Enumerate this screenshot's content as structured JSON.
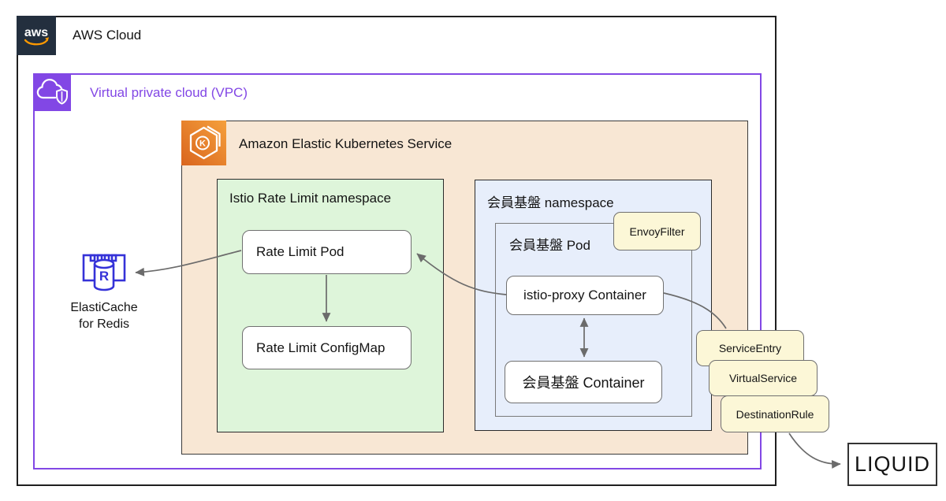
{
  "aws_cloud": {
    "label": "AWS Cloud"
  },
  "vpc": {
    "label": "Virtual private cloud (VPC)"
  },
  "eks": {
    "label": "Amazon Elastic Kubernetes Service"
  },
  "rate_limit_namespace": {
    "label": "Istio Rate Limit namespace",
    "pod": "Rate Limit Pod",
    "configmap": "Rate Limit ConfigMap"
  },
  "member_namespace": {
    "label": "会員基盤 namespace",
    "pod_label": "会員基盤 Pod",
    "envoy_filter": "EnvoyFilter",
    "istio_proxy_container": "istio-proxy Container",
    "member_container": "会員基盤 Container"
  },
  "istio_resources": [
    "ServiceEntry",
    "VirtualService",
    "DestinationRule"
  ],
  "elasticache": {
    "line1": "ElastiCache",
    "line2": "for Redis"
  },
  "external_service": {
    "label": "LIQUID"
  },
  "icons": {
    "aws_logo": "aws wordmark with orange smile arrow",
    "vpc_icon": "cloud with security shield",
    "eks_icon": "orange hexagon with circled K",
    "elasticache_redis_icon": "blue memory frame with R database cylinder"
  },
  "colors": {
    "aws_navy": "#232F3E",
    "vpc_purple": "#8247E5",
    "eks_bg": "#F8E7D4",
    "ns_green": "#DEF5DA",
    "ns_blue": "#E7EEFB",
    "res_yellow": "#FCF7D7",
    "ec_blue": "#3532D8",
    "arrow_gray": "#6B6B6B"
  }
}
